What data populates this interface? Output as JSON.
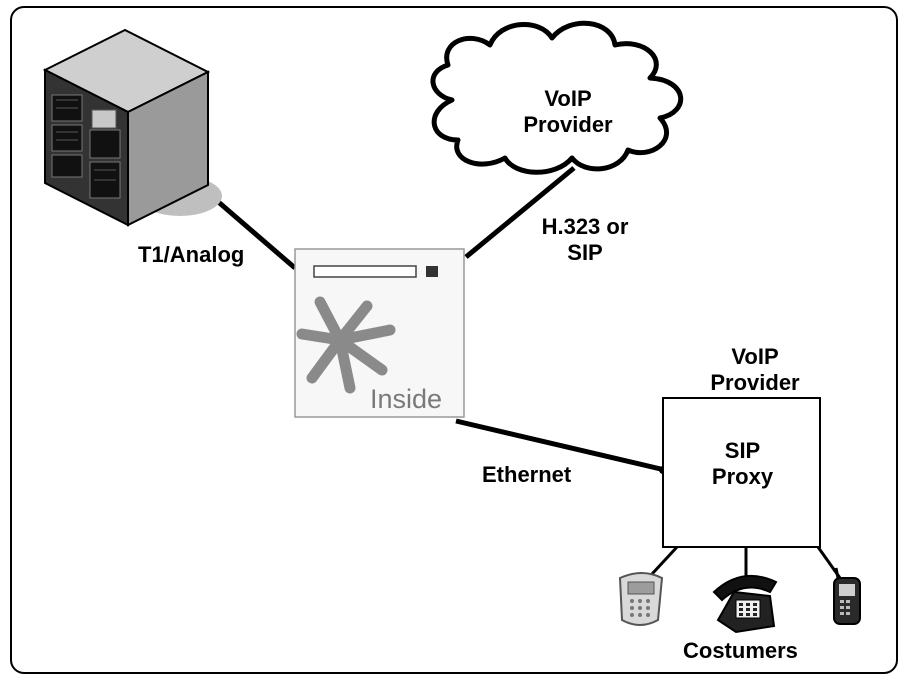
{
  "labels": {
    "voip_cloud_line1": "VoIP",
    "voip_cloud_line2": "Provider",
    "t1_analog": "T1/Analog",
    "protocol_line1": "H.323 or",
    "protocol_line2": "SIP",
    "proxy_provider_line1": "VoIP",
    "proxy_provider_line2": "Provider",
    "sip_proxy_line1": "SIP",
    "sip_proxy_line2": "Proxy",
    "ethernet": "Ethernet",
    "customers": "Costumers",
    "gateway_logo": "Inside"
  },
  "icons": [
    "pbx-server-icon",
    "cloud-icon",
    "gateway-device-icon",
    "sip-phone-icon",
    "desk-phone-icon",
    "mobile-phone-icon"
  ]
}
